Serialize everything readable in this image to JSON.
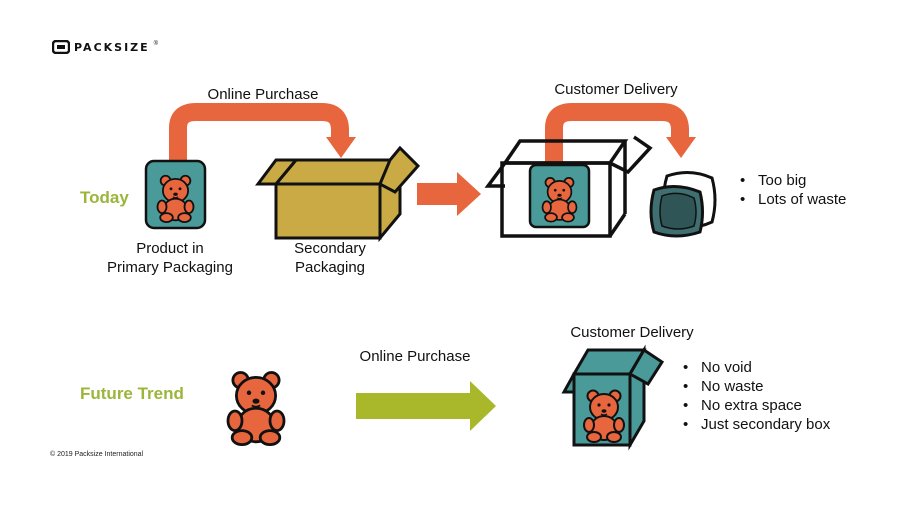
{
  "brand": {
    "name": "PACKSIZE",
    "trademark": "®"
  },
  "copyright": "© 2019 Packsize International",
  "today": {
    "row_label": "Today",
    "purchase_label": "Online Purchase",
    "delivery_label": "Customer Delivery",
    "product_label": [
      "Product in",
      "Primary Packaging"
    ],
    "secondary_label": [
      "Secondary",
      "Packaging"
    ],
    "bullets": [
      "Too big",
      "Lots of waste"
    ]
  },
  "future": {
    "row_label": "Future Trend",
    "purchase_label": "Online Purchase",
    "delivery_label": "Customer Delivery",
    "bullets": [
      "No void",
      "No waste",
      "No extra space",
      "Just secondary box"
    ]
  },
  "colors": {
    "arrow_orange": "#e8663d",
    "arrow_green": "#a8b82a",
    "bear": "#e8663d",
    "teal": "#4a9a9a",
    "box_tan": "#c9aa45",
    "label_green": "#9bb53b"
  }
}
